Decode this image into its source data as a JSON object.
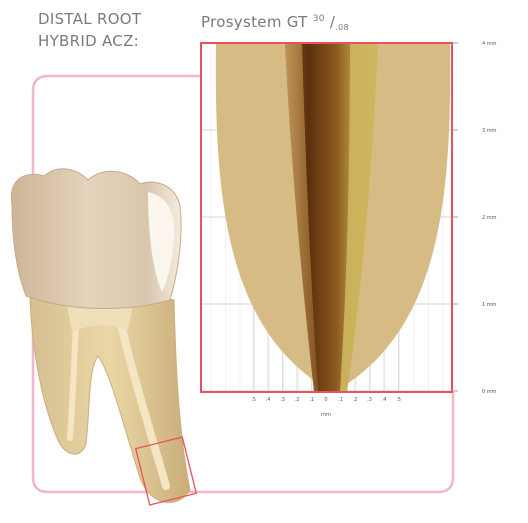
{
  "header": {
    "line1": "DISTAL ROOT",
    "line2": "HYBRID ACZ:",
    "system_name": "Prosystem GT",
    "size_sup": "30",
    "slash": "/",
    "taper_sub": ".08"
  },
  "chart": {
    "y_ticks": [
      {
        "value": 4,
        "label": "4 mm"
      },
      {
        "value": 3,
        "label": "3 mm"
      },
      {
        "value": 2,
        "label": "2 mm"
      },
      {
        "value": 1,
        "label": "1 mm"
      },
      {
        "value": 0,
        "label": "0 mm"
      }
    ],
    "x_ticks": [
      ".5",
      ".4",
      ".3",
      ".2",
      ".1",
      "0",
      ".1",
      ".2",
      ".3",
      ".4",
      ".5"
    ],
    "x_unit": "mm"
  },
  "colors": {
    "frame": "#e8525f",
    "pink_outline": "#f2b6cf",
    "root_canal_fill": "#d7bb85",
    "file_dark": "#6b3d12",
    "file_light": "#c7ad50",
    "grid": "#c9c9c9"
  }
}
